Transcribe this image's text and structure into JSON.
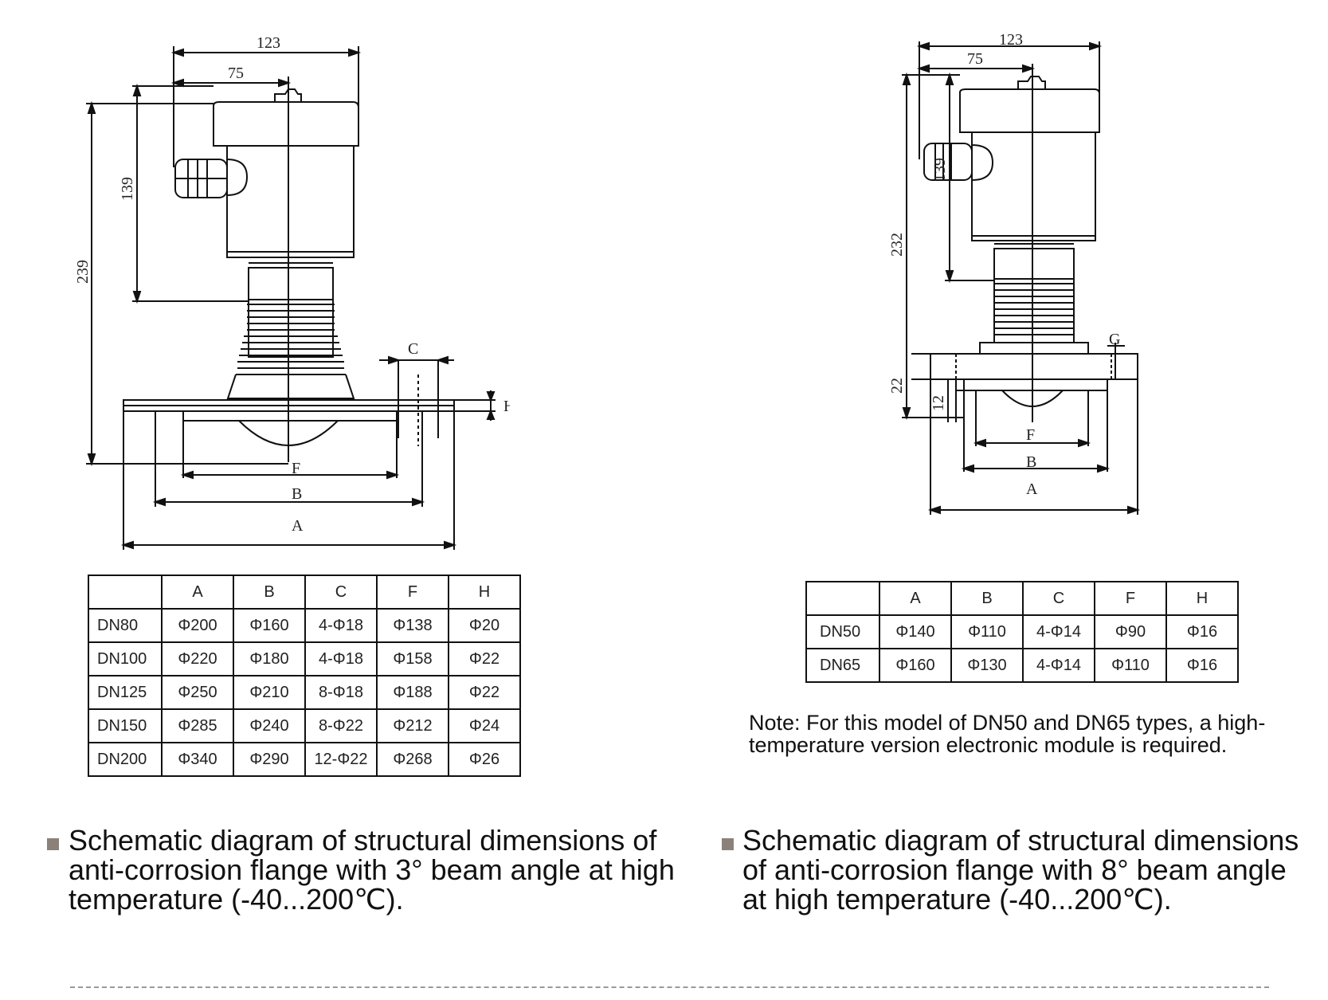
{
  "left_diagram": {
    "dims": {
      "width_total": "123",
      "width_axis": "75",
      "height_top": "139",
      "height_total": "239",
      "label_c": "C",
      "label_h": "H",
      "label_f": "F",
      "label_b": "B",
      "label_a": "A"
    },
    "table": {
      "headers": [
        "",
        "A",
        "B",
        "C",
        "F",
        "H"
      ],
      "rows": [
        [
          "DN80",
          "Φ200",
          "Φ160",
          "4-Φ18",
          "Φ138",
          "Φ20"
        ],
        [
          "DN100",
          "Φ220",
          "Φ180",
          "4-Φ18",
          "Φ158",
          "Φ22"
        ],
        [
          "DN125",
          "Φ250",
          "Φ210",
          "8-Φ18",
          "Φ188",
          "Φ22"
        ],
        [
          "DN150",
          "Φ285",
          "Φ240",
          "8-Φ22",
          "Φ212",
          "Φ24"
        ],
        [
          "DN200",
          "Φ340",
          "Φ290",
          "12-Φ22",
          "Φ268",
          "Φ26"
        ]
      ]
    },
    "caption": "Schematic diagram of structural dimensions of anti-corrosion flange with 3° beam angle at high temperature (-40...200℃)."
  },
  "right_diagram": {
    "dims": {
      "width_total": "123",
      "width_axis": "75",
      "height_top": "139",
      "height_total": "232",
      "flange_height": "22",
      "lower_height": "12",
      "label_g": "G",
      "label_f": "F",
      "label_b": "B",
      "label_a": "A"
    },
    "table": {
      "headers": [
        "",
        "A",
        "B",
        "C",
        "F",
        "H"
      ],
      "rows": [
        [
          "DN50",
          "Φ140",
          "Φ110",
          "4-Φ14",
          "Φ90",
          "Φ16"
        ],
        [
          "DN65",
          "Φ160",
          "Φ130",
          "4-Φ14",
          "Φ110",
          "Φ16"
        ]
      ]
    },
    "note": "Note: For this model of DN50 and DN65 types, a high-temperature version electronic module is required.",
    "caption": "Schematic diagram of structural dimensions of anti-corrosion flange with 8° beam angle at high temperature (-40...200℃)."
  },
  "colors": {
    "line": "#111111",
    "bullet": "#8c8179",
    "divider": "#999999"
  }
}
